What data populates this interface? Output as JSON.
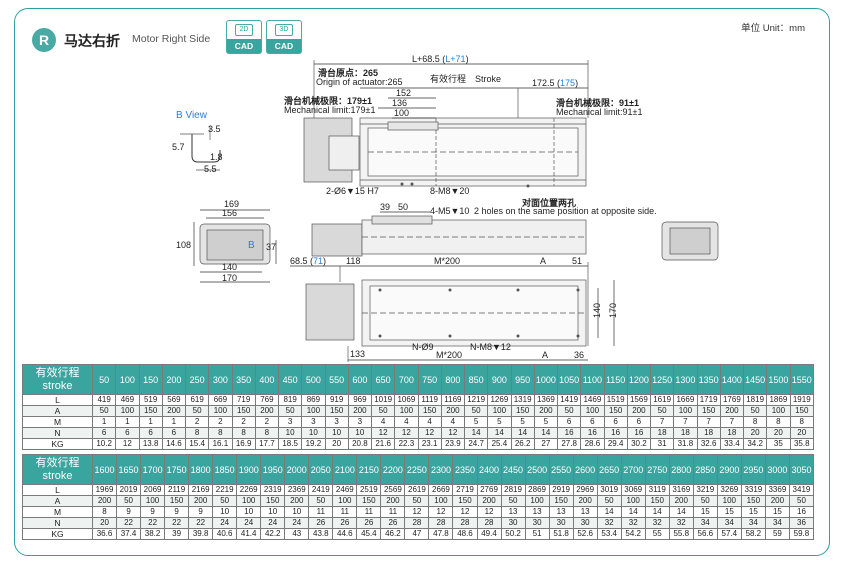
{
  "header": {
    "badge": "R",
    "title_cn": "马达右折",
    "title_en": "Motor Right Side",
    "cad_2d": "2D CAD",
    "cad_3d": "3D CAD",
    "cad_2d_top": "2D",
    "cad_2d_bottom": "CAD",
    "cad_3d_top": "3D",
    "cad_3d_bottom": "CAD",
    "unit": "单位 Unit：mm"
  },
  "drawing": {
    "b_view": "B View",
    "dim_total": "L+68.5 (",
    "dim_total_alt": "L+71",
    "dim_total_close": ")",
    "origin_cn": "滑台原点：265",
    "origin_en": "Origin of actuator:265",
    "stroke_cn": "有效行程",
    "stroke_en": "Stroke",
    "dim_172": "172.5 (",
    "dim_172_alt": "175",
    "dim_172_close": ")",
    "dim_152": "152",
    "dim_136": "136",
    "dim_100": "100",
    "mech_left_cn": "滑台机械极限：179±1",
    "mech_left_en": "Mechanical limit:179±1",
    "mech_right_cn": "滑台机械极限：91±1",
    "mech_right_en": "Mechanical limit:91±1",
    "hole_2": "2-Ø6▼15 H7",
    "hole_8": "8-M8▼20",
    "dim_3_5": "3.5",
    "dim_5_7": "5.7",
    "dim_1_8": "1.8",
    "dim_5_5": "5.5",
    "dim_169": "169",
    "dim_156": "156",
    "dim_108": "108",
    "dim_37": "37",
    "dim_140a": "140",
    "dim_170a": "170",
    "b_mark": "B",
    "dim_39": "39",
    "dim_50": "50",
    "m5_cn": "4-M5▼10",
    "m5_en": "2 holes on the same position at opposite side.",
    "opp_cn": "对面位置两孔",
    "dim_68_5": "68.5 (",
    "dim_68_alt": "71",
    "dim_68_close": ")",
    "dim_118": "118",
    "dim_m200a": "M*200",
    "dim_a1": "A",
    "dim_51": "51",
    "dim_140b": "140",
    "dim_170b": "170",
    "dim_133": "133",
    "n_phi": "N-Ø9",
    "n_m8": "N-M8▼12",
    "dim_m200b": "M*200",
    "dim_a2": "A",
    "dim_36": "36"
  },
  "table1": {
    "corner_cn": "有效行程",
    "corner_en": "stroke",
    "strokes": [
      "50",
      "100",
      "150",
      "200",
      "250",
      "300",
      "350",
      "400",
      "450",
      "500",
      "550",
      "600",
      "650",
      "700",
      "750",
      "800",
      "850",
      "900",
      "950",
      "1000",
      "1050",
      "1100",
      "1150",
      "1200",
      "1250",
      "1300",
      "1350",
      "1400",
      "1450",
      "1500",
      "1550"
    ],
    "rows": [
      {
        "label": "L",
        "values": [
          "419",
          "469",
          "519",
          "569",
          "619",
          "669",
          "719",
          "769",
          "819",
          "869",
          "919",
          "969",
          "1019",
          "1069",
          "1119",
          "1169",
          "1219",
          "1269",
          "1319",
          "1369",
          "1419",
          "1469",
          "1519",
          "1569",
          "1619",
          "1669",
          "1719",
          "1769",
          "1819",
          "1869",
          "1919"
        ]
      },
      {
        "label": "A",
        "values": [
          "50",
          "100",
          "150",
          "200",
          "50",
          "100",
          "150",
          "200",
          "50",
          "100",
          "150",
          "200",
          "50",
          "100",
          "150",
          "200",
          "50",
          "100",
          "150",
          "200",
          "50",
          "100",
          "150",
          "200",
          "50",
          "100",
          "150",
          "200",
          "50",
          "100",
          "150"
        ]
      },
      {
        "label": "M",
        "values": [
          "1",
          "1",
          "1",
          "1",
          "2",
          "2",
          "2",
          "2",
          "3",
          "3",
          "3",
          "3",
          "4",
          "4",
          "4",
          "4",
          "5",
          "5",
          "5",
          "5",
          "6",
          "6",
          "6",
          "6",
          "7",
          "7",
          "7",
          "7",
          "8",
          "8",
          "8"
        ]
      },
      {
        "label": "N",
        "values": [
          "6",
          "6",
          "6",
          "6",
          "8",
          "8",
          "8",
          "8",
          "10",
          "10",
          "10",
          "10",
          "12",
          "12",
          "12",
          "12",
          "14",
          "14",
          "14",
          "14",
          "16",
          "16",
          "16",
          "16",
          "18",
          "18",
          "18",
          "18",
          "20",
          "20",
          "20"
        ]
      },
      {
        "label": "KG",
        "values": [
          "10.2",
          "12",
          "13.8",
          "14.6",
          "15.4",
          "16.1",
          "16.9",
          "17.7",
          "18.5",
          "19.2",
          "20",
          "20.8",
          "21.6",
          "22.3",
          "23.1",
          "23.9",
          "24.7",
          "25.4",
          "26.2",
          "27",
          "27.8",
          "28.6",
          "29.4",
          "30.2",
          "31",
          "31.8",
          "32.6",
          "33.4",
          "34.2",
          "35",
          "35.8"
        ]
      }
    ]
  },
  "table2": {
    "corner_cn": "有效行程",
    "corner_en": "stroke",
    "strokes": [
      "1600",
      "1650",
      "1700",
      "1750",
      "1800",
      "1850",
      "1900",
      "1950",
      "2000",
      "2050",
      "2100",
      "2150",
      "2200",
      "2250",
      "2300",
      "2350",
      "2400",
      "2450",
      "2500",
      "2550",
      "2600",
      "2650",
      "2700",
      "2750",
      "2800",
      "2850",
      "2900",
      "2950",
      "3000",
      "3050"
    ],
    "rows": [
      {
        "label": "L",
        "values": [
          "1969",
          "2019",
          "2069",
          "2119",
          "2169",
          "2219",
          "2269",
          "2319",
          "2369",
          "2419",
          "2469",
          "2519",
          "2569",
          "2619",
          "2669",
          "2719",
          "2769",
          "2819",
          "2869",
          "2919",
          "2969",
          "3019",
          "3069",
          "3119",
          "3169",
          "3219",
          "3269",
          "3319",
          "3369",
          "3419"
        ]
      },
      {
        "label": "A",
        "values": [
          "200",
          "50",
          "100",
          "150",
          "200",
          "50",
          "100",
          "150",
          "200",
          "50",
          "100",
          "150",
          "200",
          "50",
          "100",
          "150",
          "200",
          "50",
          "100",
          "150",
          "200",
          "50",
          "100",
          "150",
          "200",
          "50",
          "100",
          "150",
          "200",
          "50"
        ]
      },
      {
        "label": "M",
        "values": [
          "8",
          "9",
          "9",
          "9",
          "9",
          "10",
          "10",
          "10",
          "10",
          "11",
          "11",
          "11",
          "11",
          "12",
          "12",
          "12",
          "12",
          "13",
          "13",
          "13",
          "13",
          "14",
          "14",
          "14",
          "14",
          "15",
          "15",
          "15",
          "15",
          "16"
        ]
      },
      {
        "label": "N",
        "values": [
          "20",
          "22",
          "22",
          "22",
          "22",
          "24",
          "24",
          "24",
          "24",
          "26",
          "26",
          "26",
          "26",
          "28",
          "28",
          "28",
          "28",
          "30",
          "30",
          "30",
          "30",
          "32",
          "32",
          "32",
          "32",
          "34",
          "34",
          "34",
          "34",
          "36"
        ]
      },
      {
        "label": "KG",
        "values": [
          "36.6",
          "37.4",
          "38.2",
          "39",
          "39.8",
          "40.6",
          "41.4",
          "42.2",
          "43",
          "43.8",
          "44.6",
          "45.4",
          "46.2",
          "47",
          "47.8",
          "48.6",
          "49.4",
          "50.2",
          "51",
          "51.8",
          "52.6",
          "53.4",
          "54.2",
          "55",
          "55.8",
          "56.6",
          "57.4",
          "58.2",
          "59",
          "59.8"
        ]
      }
    ]
  },
  "colors": {
    "accent": "#3aa49f",
    "frame": "#2f9fa0",
    "alt_text": "#2a7fd4"
  },
  "icons": [
    "motor-right-side-badge-icon",
    "cad-2d-icon",
    "cad-3d-icon"
  ]
}
